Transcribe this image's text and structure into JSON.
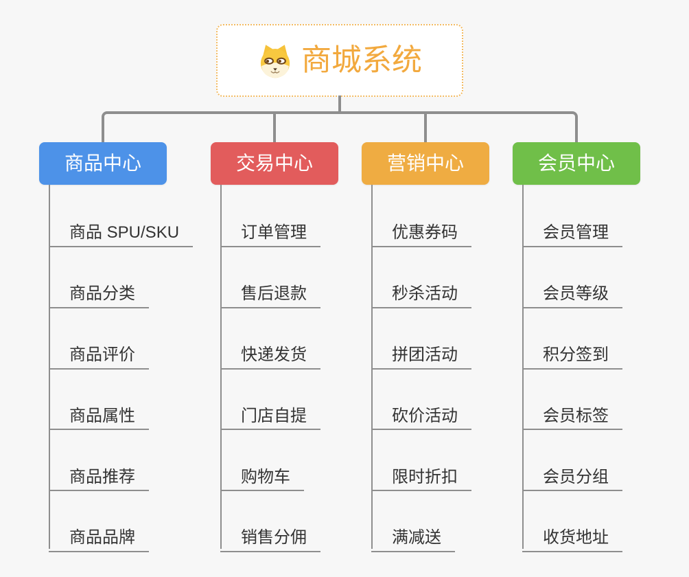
{
  "root": {
    "title": "商城系统",
    "icon": "dog-face-icon"
  },
  "branches": [
    {
      "label": "商品中心",
      "color": "#4D92E8",
      "children": [
        "商品 SPU/SKU",
        "商品分类",
        "商品评价",
        "商品属性",
        "商品推荐",
        "商品品牌"
      ]
    },
    {
      "label": "交易中心",
      "color": "#E25C5C",
      "children": [
        "订单管理",
        "售后退款",
        "快递发货",
        "门店自提",
        "购物车",
        "销售分佣"
      ]
    },
    {
      "label": "营销中心",
      "color": "#EFAC42",
      "children": [
        "优惠券码",
        "秒杀活动",
        "拼团活动",
        "砍价活动",
        "限时折扣",
        "满减送"
      ]
    },
    {
      "label": "会员中心",
      "color": "#70BF49",
      "children": [
        "会员管理",
        "会员等级",
        "积分签到",
        "会员标签",
        "会员分组",
        "收货地址"
      ]
    }
  ],
  "colors": {
    "background": "#F7F7F7",
    "connector": "#8E8E8E",
    "root_border": "#F3BB62",
    "root_text": "#F2A93E",
    "leaf_text": "#333333",
    "branch_text": "#FFFFFF"
  }
}
